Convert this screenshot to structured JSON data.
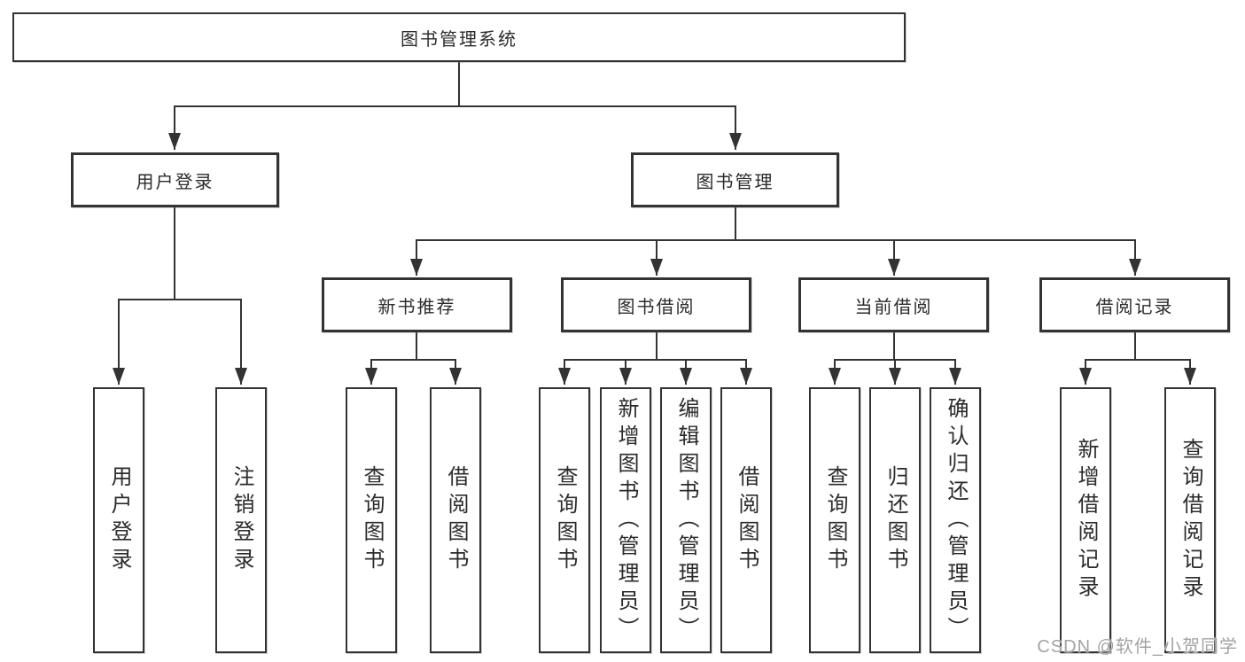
{
  "diagram": {
    "root": {
      "label": "图书管理系统"
    },
    "branches": [
      {
        "label": "用户登录",
        "children": [
          {
            "label": "用户登录"
          },
          {
            "label": "注销登录"
          }
        ]
      },
      {
        "label": "图书管理",
        "children": [
          {
            "label": "新书推荐",
            "children": [
              {
                "label": "查询图书"
              },
              {
                "label": "借阅图书"
              }
            ]
          },
          {
            "label": "图书借阅",
            "children": [
              {
                "label": "查询图书"
              },
              {
                "label": "新增图书（管理员）"
              },
              {
                "label": "编辑图书（管理员）"
              },
              {
                "label": "借阅图书"
              }
            ]
          },
          {
            "label": "当前借阅",
            "children": [
              {
                "label": "查询图书"
              },
              {
                "label": "归还图书"
              },
              {
                "label": "确认归还（管理员）"
              }
            ]
          },
          {
            "label": "借阅记录",
            "children": [
              {
                "label": "新增借阅记录"
              },
              {
                "label": "查询借阅记录"
              }
            ]
          }
        ]
      }
    ]
  },
  "watermark": "CSDN @软件_小贺同学",
  "colors": {
    "line": "#333333",
    "box_border": "#333333",
    "box_fill": "#ffffff",
    "text": "#2b2b2b",
    "watermark": "#a3a3a3",
    "background": "#ffffff"
  }
}
